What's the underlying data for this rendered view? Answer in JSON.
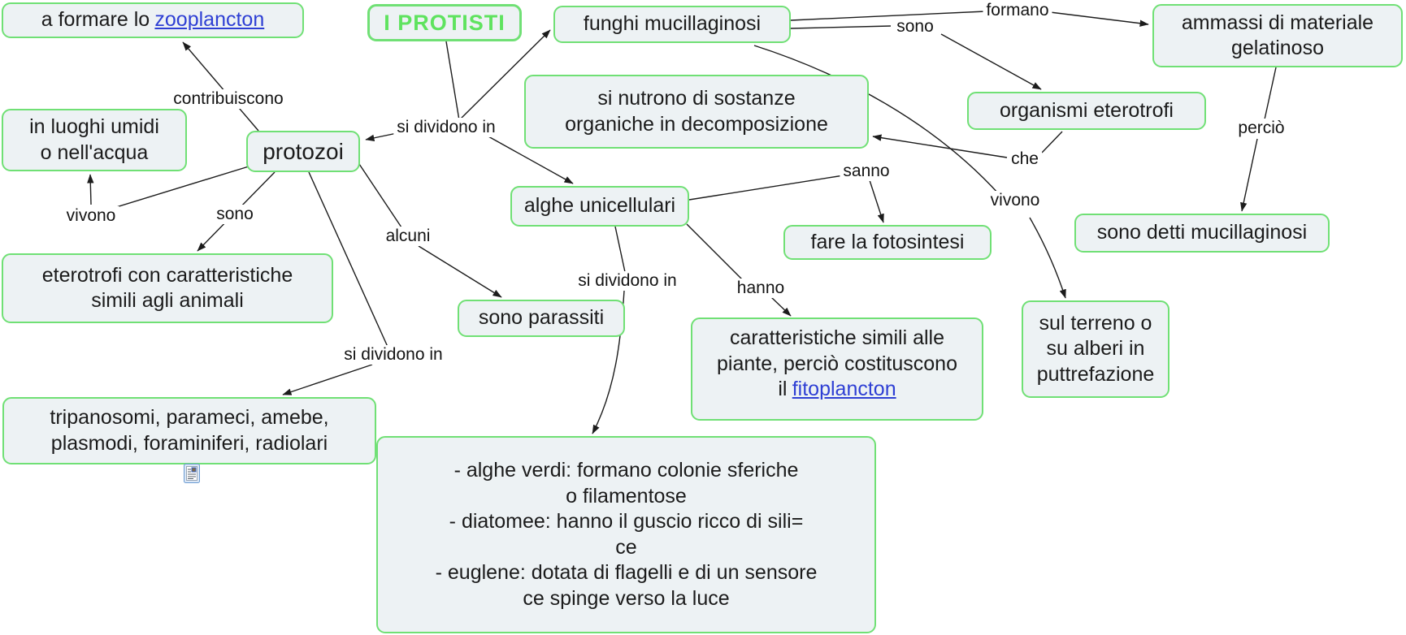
{
  "app": {
    "type": "concept-map",
    "topic": "I PROTISTI"
  },
  "colors": {
    "node_fill": "#edf2f4",
    "node_border_green": "#70e075",
    "title_green": "#5fe35f",
    "link_blue": "#2e3fd4",
    "line_black": "#1c1c1c"
  },
  "nodes": {
    "title": "I PROTISTI",
    "zooplancton": {
      "text": "a formare lo",
      "link": "zooplancton"
    },
    "funghi": "funghi mucillaginosi",
    "ammassi": [
      "ammassi di materiale",
      "gelatinoso"
    ],
    "luoghi": [
      "in luoghi umidi",
      "o nell'acqua"
    ],
    "protozoi": "protozoi",
    "nutrono": [
      "si nutrono di sostanze",
      "organiche in decomposizione"
    ],
    "organismi": "organismi eterotrofi",
    "alghe": "alghe unicellulari",
    "fotosintesi": "fare la fotosintesi",
    "detti": "sono detti mucillaginosi",
    "eterotrofi": [
      "eterotrofi con caratteristiche",
      "simili agli animali"
    ],
    "parassiti": "sono parassiti",
    "caratteristiche": {
      "text": [
        "caratteristiche simili alle",
        "piante, perciò costituscono",
        "il"
      ],
      "link": "fitoplancton"
    },
    "terreno": [
      "sul terreno o",
      "su alberi in",
      "puttrefazione"
    ],
    "tripanosomi": [
      "tripanosomi, parameci, amebe,",
      "plasmodi, foraminiferi, radiolari"
    ],
    "alghe_tipi": [
      "- alghe verdi: formano colonie sferiche",
      "o filamentose",
      "- diatomee: hanno il guscio ricco di sili=",
      "ce",
      "- euglene: dotata di flagelli e di un sensore",
      "ce spinge verso la luce"
    ]
  },
  "labels": {
    "contribuiscono": "contribuiscono",
    "si_dividono_top": "si dividono in",
    "vivono_left": "vivono",
    "sono_left": "sono",
    "alcuni": "alcuni",
    "si_dividono_low": "si dividono in",
    "si_dividono_mid": "si dividono in",
    "hanno": "hanno",
    "sanno": "sanno",
    "formano": "formano",
    "sono_top": "sono",
    "che": "che",
    "vivono_right": "vivono",
    "percio": "perciò"
  },
  "icons": {
    "resource_icon": "attached-resource-document-icon"
  }
}
